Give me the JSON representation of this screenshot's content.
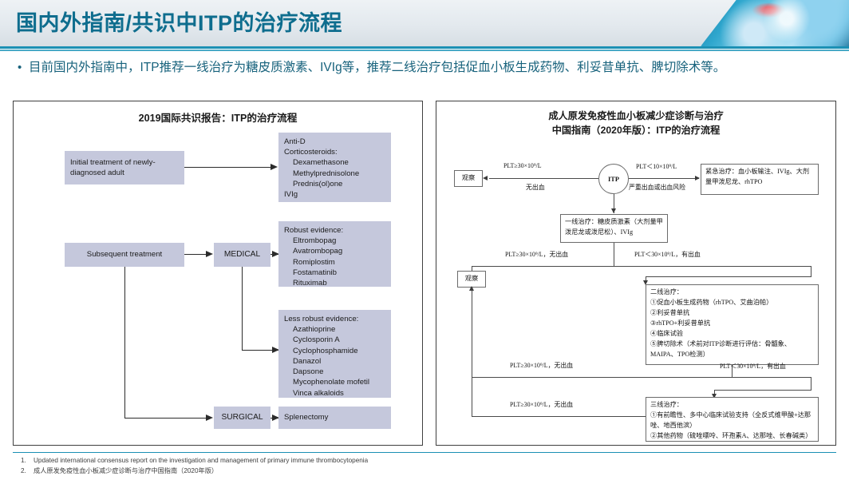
{
  "header": {
    "title": "国内外指南/共识中ITP的治疗流程",
    "accent_color": "#1b90b4",
    "title_color": "#0e6d8e",
    "art_icon": "medical-science-banner-image"
  },
  "bullet": {
    "marker": "•",
    "text": "目前国内外指南中，ITP推荐一线治疗为糖皮质激素、IVIg等，推荐二线治疗包括促血小板生成药物、利妥昔单抗、脾切除术等。"
  },
  "left_panel": {
    "title": "2019国际共识报告：ITP的治疗流程",
    "boxes": {
      "initial": "Initial treatment of newly-diagnosed adult",
      "first_line_head": "Anti-D",
      "first_line_cortico": "Corticosteroids:",
      "first_line_items": [
        "Dexamethasone",
        "Methylprednisolone",
        "Prednis(ol)one"
      ],
      "first_line_ivig": "IVIg",
      "subsequent": "Subsequent treatment",
      "medical": "MEDICAL",
      "surgical": "SURGICAL",
      "splenectomy": "Splenectomy",
      "robust_head": "Robust evidence:",
      "robust_items": [
        "Eltrombopag",
        "Avatrombopag",
        "Romiplostim",
        "Fostamatinib",
        "Rituximab"
      ],
      "less_robust_head": "Less robust evidence:",
      "less_robust_items": [
        "Azathioprine",
        "Cyclosporin A",
        "Cyclophosphamide",
        "Danazol",
        "Dapsone",
        "Mycophenolate mofetil",
        "Vinca alkaloids"
      ]
    },
    "box_color": "#c5c8dc"
  },
  "right_panel": {
    "title_line1": "成人原发免疫性血小板减少症诊断与治疗",
    "title_line2": "中国指南（2020年版）：ITP的治疗流程",
    "nodes": {
      "itp": "ITP",
      "observe_top": "观察",
      "observe_mid": "观察",
      "emergency": "紧急治疗：血小板输注、IVIg、大剂量甲泼尼龙、rhTPO",
      "first_line": "一线治疗：糖皮质激素（大剂量甲泼尼龙或泼尼松）、IVIg",
      "second_line_head": "二线治疗：",
      "second_line_items": [
        "①促血小板生成药物（rhTPO、艾曲泊帕）",
        "②利妥昔单抗",
        "③rhTPO+利妥昔单抗",
        "④临床试验",
        "⑤脾切除术（术前对ITP诊断进行评估：骨髓象、MAIPA、TPO检测）"
      ],
      "third_line_head": "三线治疗：",
      "third_line_items": [
        "①有前瞻性、多中心临床试验支持（全反式维甲酸+达那唑、地西他滨）",
        "②其他药物（硫唑嘌呤、环孢素A、达那唑、长春碱类）"
      ]
    },
    "edge_labels": {
      "top_left_l1": "PLT≥30×10⁹/L",
      "top_left_l2": "无出血",
      "top_right_l1": "PLT＜10×10⁹/L",
      "top_right_l2": "严重出血或出血风险",
      "mid_left": "PLT≥30×10⁹/L，无出血",
      "mid_right": "PLT＜30×10⁹/L，有出血",
      "lower_left_a": "PLT≥30×10⁹/L，无出血",
      "lower_left_b": "PLT≥30×10⁹/L，无出血",
      "lower_right": "PLT＜30×10⁹/L，有出血"
    }
  },
  "footer": {
    "items": [
      {
        "num": "1.",
        "text": "Updated international consensus report on the investigation and management of primary immune thrombocytopenia"
      },
      {
        "num": "2.",
        "text": "成人原发免疫性血小板减少症诊断与治疗中国指南（2020年版）"
      }
    ]
  }
}
